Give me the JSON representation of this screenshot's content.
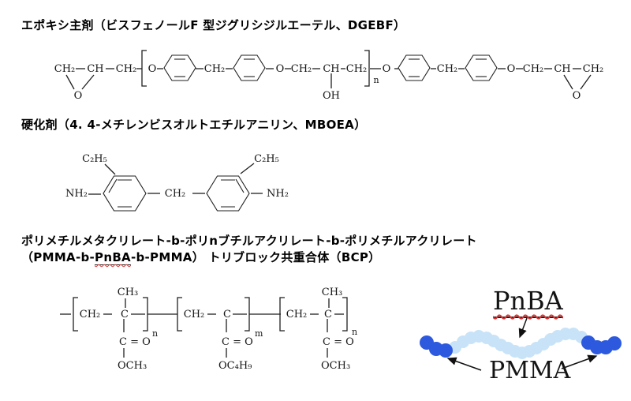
{
  "sections": {
    "epoxy": {
      "heading": "エポキシ主剤（ビスフェノールF 型ジグリシジルエーテル、DGEBF）",
      "lbl": {
        "ch2": "CH₂",
        "ch": "CH",
        "o": "O",
        "oh": "OH",
        "n": "n"
      }
    },
    "hardener": {
      "heading": "硬化剤（4. 4-メチレンビスオルトエチルアニリン、MBOEA）",
      "lbl": {
        "c2h5": "C₂H₅",
        "nh2": "NH₂",
        "ch2": "CH₂"
      }
    },
    "bcp": {
      "heading_line1": "ポリメチルメタクリレート-b-ポリnブチルアクリレート-b-ポリメチルアクリレート",
      "heading_line2": {
        "prefix": "（PMMA-b-",
        "pnba": "PnBA",
        "suffix": "-b-PMMA） トリブロック共重合体（BCP）"
      },
      "lbl": {
        "ch2": "CH₂",
        "c": "C",
        "ch3": "CH₃",
        "co": "C = O",
        "och3": "OCH₃",
        "oc4h9": "OC₄H₉",
        "n": "n",
        "m": "m"
      }
    },
    "bead_diagram": {
      "pnba_label": "PnBA",
      "pmma_label": "PMMA",
      "colors": {
        "pnba_bead": "#c8e3f8",
        "pmma_bead": "#2c59de",
        "arrow": "#111111"
      }
    }
  }
}
